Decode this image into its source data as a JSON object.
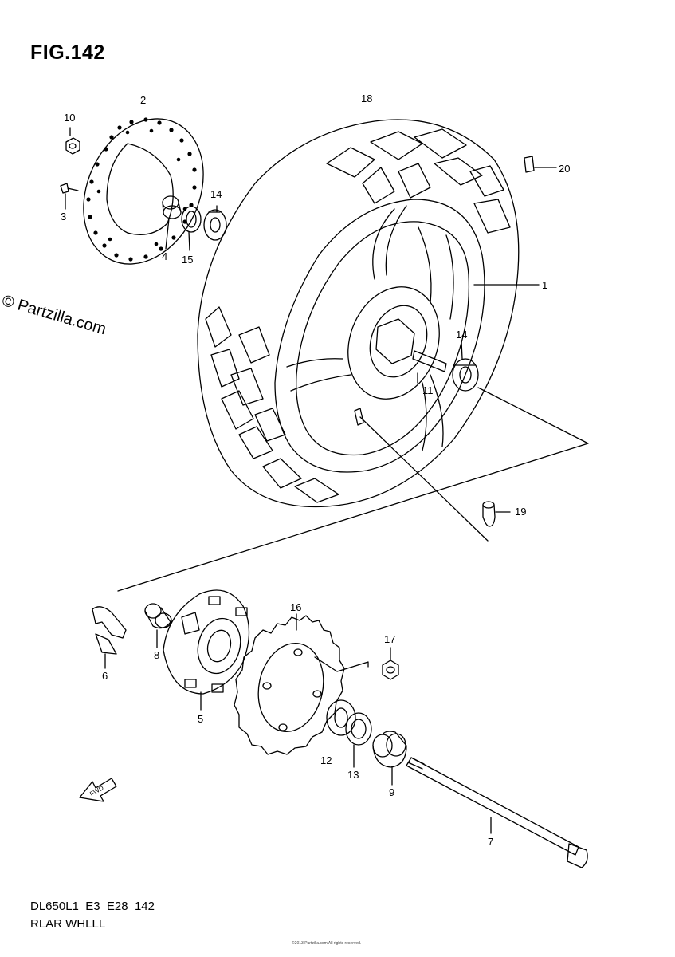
{
  "figure": {
    "title": "FIG.142",
    "watermark": "© Partzilla.com",
    "model_code": "DL650L1_E3_E28_142",
    "name": "RLAR WHLLL",
    "copyright": "©2013 Partzilla.com All rights reserved."
  },
  "callouts": {
    "c1": "1",
    "c2": "2",
    "c3": "3",
    "c4": "4",
    "c5": "5",
    "c6": "6",
    "c7": "7",
    "c8": "8",
    "c9": "9",
    "c10": "10",
    "c11": "11",
    "c12": "12",
    "c13": "13",
    "c14a": "14",
    "c14b": "14",
    "c15": "15",
    "c16": "16",
    "c17": "17",
    "c18": "18",
    "c19": "19",
    "c20": "20"
  }
}
